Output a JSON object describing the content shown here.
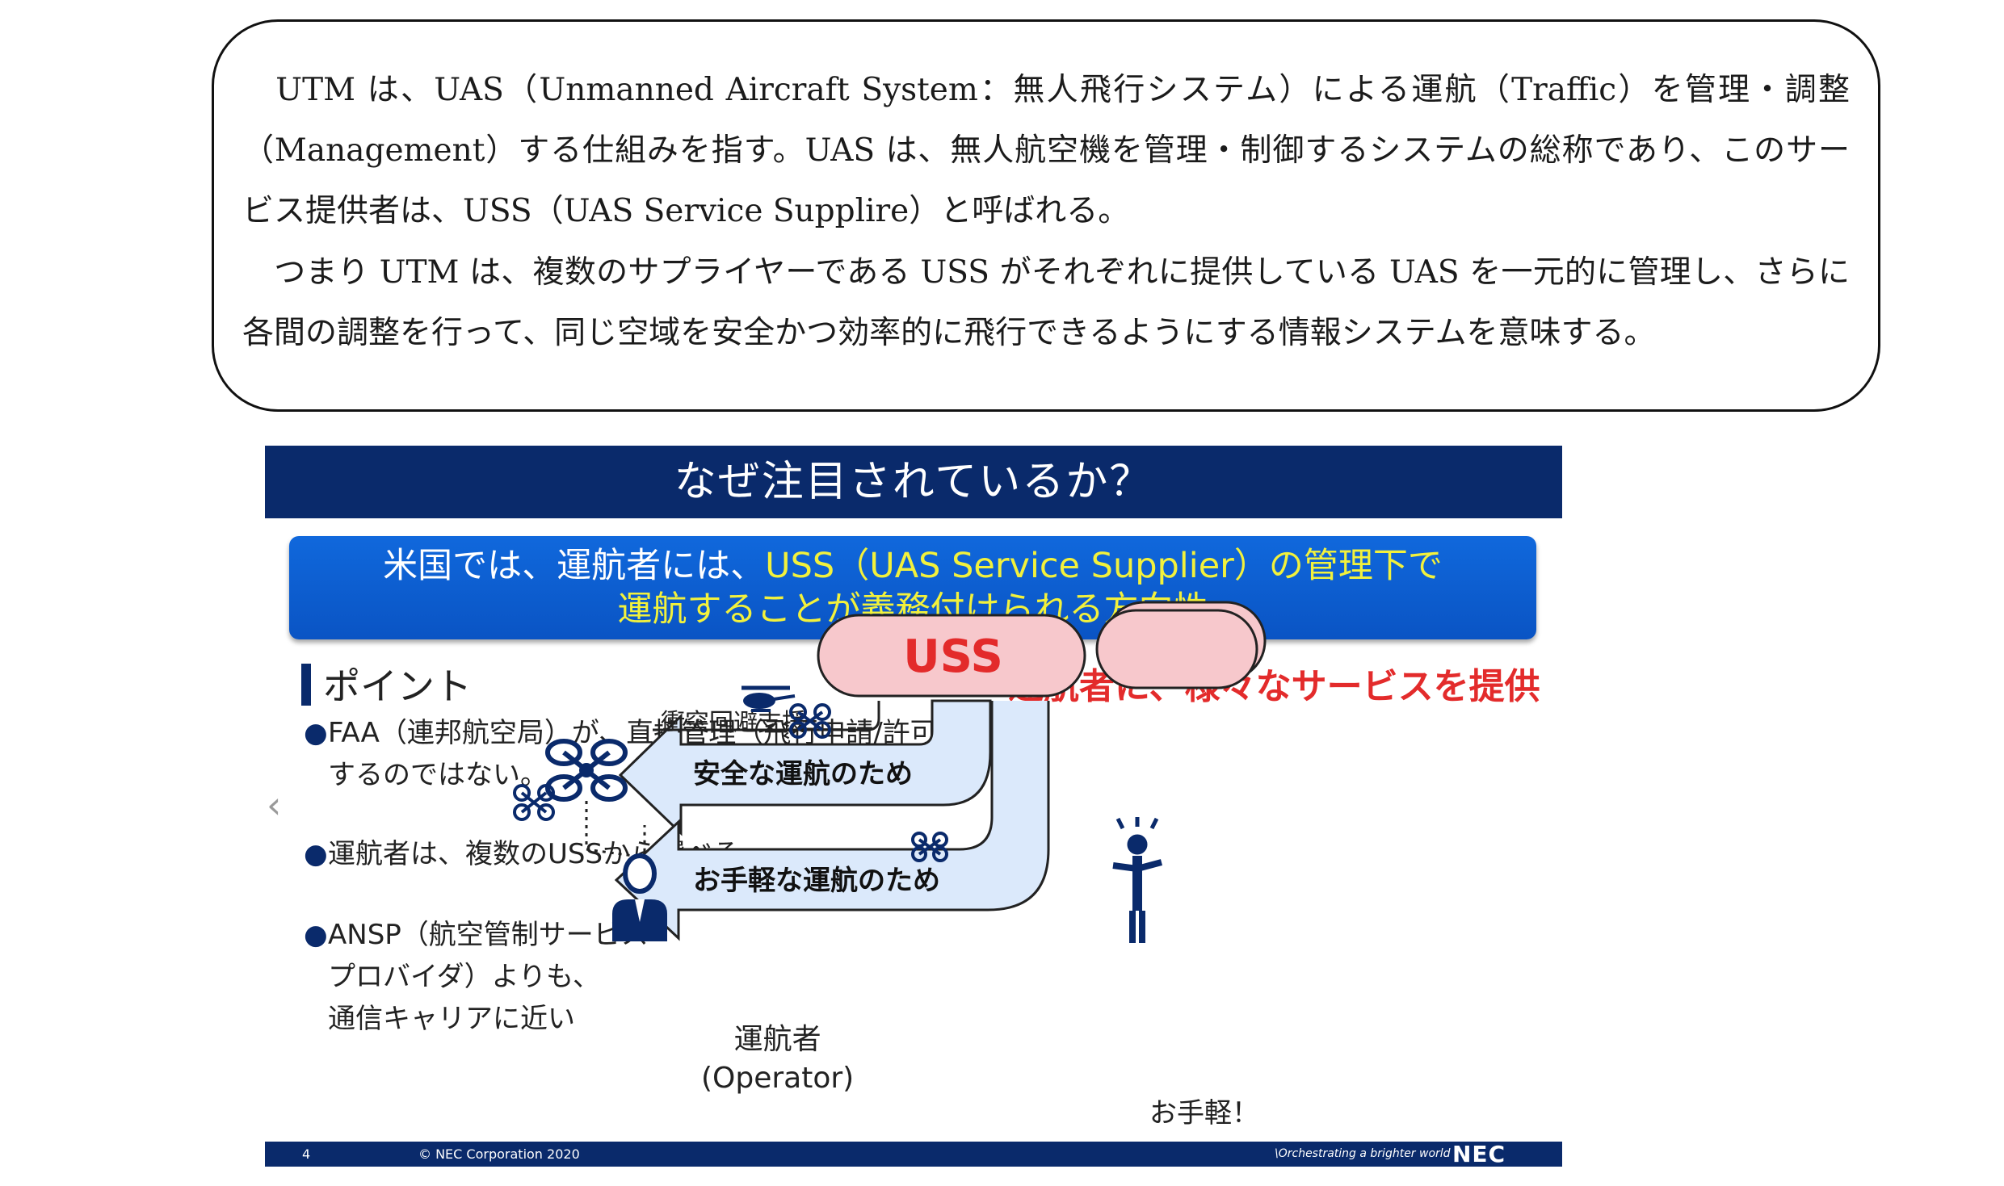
{
  "body_text": {
    "paragraph1": "　UTM は、UAS（Unmanned Aircraft System：無人飛行システム）による運航（Traffic）を管理・調整（Management）する仕組みを指す。UAS は、無人航空機を管理・制御するシステムの総称であり、このサービス提供者は、USS（UAS Service Supplire）と呼ばれる。",
    "paragraph2": "　つまり UTM は、複数のサプライヤーである USS がそれぞれに提供している UAS を一元的に管理し、さらに各間の調整を行って、同じ空域を安全かつ効率的に飛行できるようにする情報システムを意味する。"
  },
  "slide": {
    "title": "なぜ注目されているか？",
    "banner": {
      "line1_white": "米国では、運航者には、",
      "line1_yellow": "USS（UAS Service Supplier）の管理下で",
      "line2_yellow": "運航することが義務付けられる方向性"
    },
    "points_heading": "ポイント",
    "right_heading": "運航者に、様々なサービスを提供",
    "bullet_symbol": "●",
    "bullets": {
      "b1_line1": "FAA（連邦航空局）が、直接管理（飛行申請/許可）",
      "b1_line2": "するのではない。",
      "b2_line1": "運航者は、複数のUSSから選べる",
      "b3_line1": "ANSP（航空管制サービス",
      "b3_line2": "プロバイダ）よりも、",
      "b3_line3": "通信キャリアに近い"
    },
    "diagram": {
      "uss_label": "USS",
      "collision_label": "衝突回避支援",
      "safe_label": "安全な運航のため",
      "easy_label": "お手軽な運航のため",
      "otegaru": "お手軽！",
      "operator_line1": "運航者",
      "operator_line2": "(Operator)"
    },
    "prev_chevron": "‹",
    "footer": {
      "page": "4",
      "copyright": "© NEC Corporation 2020",
      "tagline": "\\Orchestrating a brighter world",
      "logo": "NEC"
    },
    "colors": {
      "title_bg": "#0a2a6b",
      "banner_bg": "#0a5fd6",
      "banner_yellow": "#f2f13c",
      "accent_red": "#e32b2b",
      "uss_fill": "#f7c8cc",
      "arrow_fill": "#dbe9fb"
    }
  }
}
